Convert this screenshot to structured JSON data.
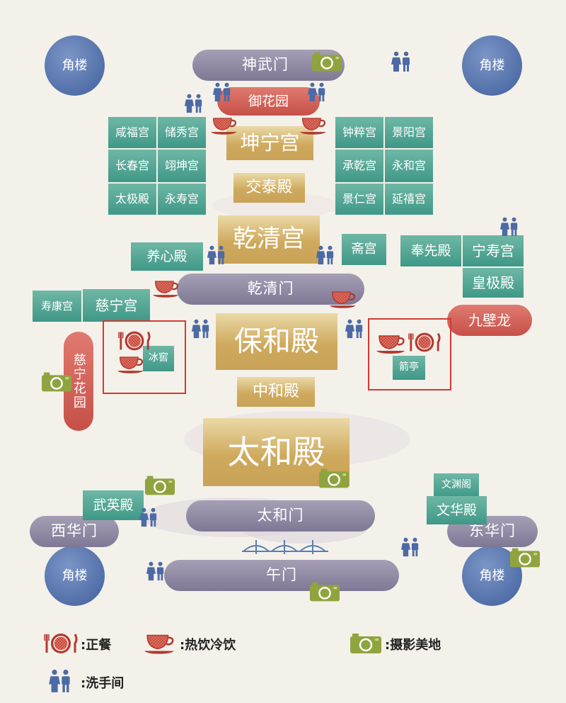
{
  "towers": {
    "label": "角楼"
  },
  "gates": {
    "shenwumen": "神武门",
    "qianqingmen": "乾清门",
    "taihemen": "太和门",
    "wumen": "午门",
    "xihuamen": "西华门",
    "donghuamen": "东华门"
  },
  "halls": {
    "kunninggong": "坤宁宫",
    "jiaotaidian": "交泰殿",
    "qianqinggong": "乾清宫",
    "baohedian": "保和殿",
    "zhonghedian": "中和殿",
    "taihedian": "太和殿"
  },
  "palaces": {
    "xianfugong": "咸福宫",
    "chuxiugong": "储秀宫",
    "changchungong": "长春宫",
    "yikungong": "翊坤宫",
    "taijidian": "太极殿",
    "yongshougong": "永寿宫",
    "zhongcuigong": "钟粹宫",
    "jingyanggong": "景阳宫",
    "chengqiangong": "承乾宫",
    "yonghegong": "永和宫",
    "jingrengong": "景仁宫",
    "yanxigong": "延禧宫",
    "yangxindian": "养心殿",
    "zhaigong": "斋宫",
    "fengxiandian": "奉先殿",
    "ningshougong": "宁寿宫",
    "huangjidian": "皇极殿",
    "shoukanggong": "寿康宫",
    "cininggong": "慈宁宫",
    "wuyingdian": "武英殿",
    "wenyuange": "文渊阁",
    "wenhuadian": "文华殿",
    "bingjiao": "冰窖",
    "jianting": "箭亭"
  },
  "gardens": {
    "yuhuayuan": "御花园",
    "ciningyuan": "慈宁花园",
    "jiulongbi": "九壁龙"
  },
  "legend": {
    "meal": ":正餐",
    "drinks": ":热饮冷饮",
    "photo": ":摄影美地",
    "restroom": ":洗手间"
  },
  "colors": {
    "gate": "#8e87a3",
    "tower": "#5872ac",
    "hall": "#d4b46a",
    "palace": "#4fa392",
    "garden": "#d4605a",
    "highlight": "#d43a33",
    "background": "#f4f1ea"
  }
}
